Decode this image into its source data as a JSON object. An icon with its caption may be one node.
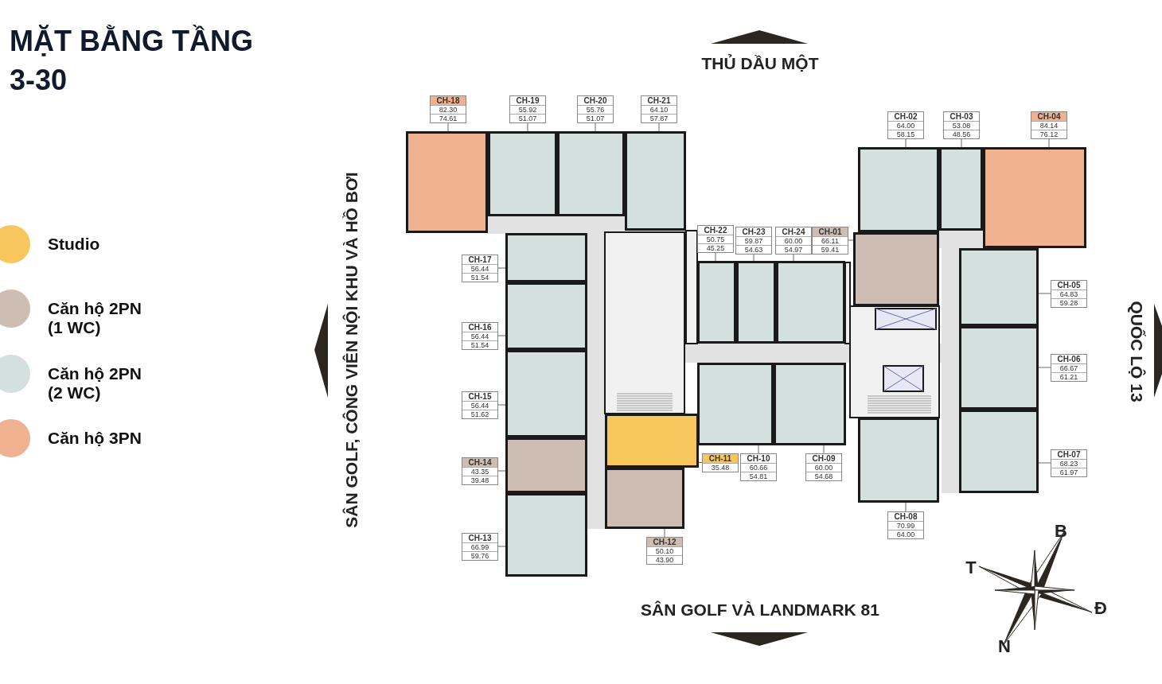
{
  "diagram": {
    "title": "MẶT BẰNG TẦNG 3-30",
    "nodes": [
      {
        "text": [
          "CH-18",
          "82.30",
          "74.61"
        ]
      },
      {
        "text": [
          "CH-19",
          "55.92",
          "51.07"
        ]
      },
      {
        "text": [
          "CH-20",
          "55.76",
          "51.07"
        ]
      },
      {
        "text": [
          "CH-21",
          "64.10",
          "57.87"
        ]
      },
      {
        "text": [
          "CH-02",
          "64.00",
          "58.15"
        ]
      },
      {
        "text": [
          "CH-03",
          "53.08",
          "48.56"
        ]
      },
      {
        "text": [
          "CH-04",
          "84.14",
          "76.12"
        ]
      },
      {
        "text": [
          "CH-22",
          "50.75",
          "45.25"
        ]
      },
      {
        "text": [
          "CH-23",
          "59.87",
          "54.63"
        ]
      },
      {
        "text": [
          "CH-24",
          "60.00",
          "54.97"
        ]
      },
      {
        "text": [
          "CH-01",
          "66.11",
          "59.41"
        ]
      },
      {
        "text": [
          "CH-17",
          "56.44",
          "51.54"
        ]
      },
      {
        "text": [
          "CH-05",
          "64.83",
          "59.28"
        ]
      },
      {
        "text": [
          "CH-16",
          "56.44",
          "51.54"
        ]
      },
      {
        "text": [
          "CH-06",
          "66.67",
          "61.21"
        ]
      },
      {
        "text": [
          "CH-15",
          "56.44",
          "51.62"
        ]
      },
      {
        "text": [
          "CH-07",
          "68.23",
          "61.97"
        ]
      },
      {
        "text": [
          "CH-11",
          "35.48"
        ]
      },
      {
        "text": [
          "CH-10",
          "60.66",
          "54.81"
        ]
      },
      {
        "text": [
          "CH-09",
          "60.00",
          "54.68"
        ]
      },
      {
        "text": [
          "CH-14",
          "43.35",
          "39.48"
        ]
      },
      {
        "text": [
          "CH-08",
          "70.99",
          "64.00"
        ]
      },
      {
        "text": [
          "CH-13",
          "66.99",
          "59.76"
        ]
      },
      {
        "text": [
          "CH-12",
          "50.10",
          "43.90"
        ]
      },
      {
        "text": [],
        "shape": "box"
      },
      {
        "text": [],
        "shape": "box"
      },
      {
        "text": [],
        "shape": "box"
      },
      {
        "text": [],
        "shape": "box"
      },
      {
        "text": [],
        "shape": "box"
      },
      {
        "text": [],
        "shape": "box"
      },
      {
        "text": [],
        "shape": "box"
      },
      {
        "text": [],
        "shape": "box"
      },
      {
        "text": [],
        "shape": "box"
      },
      {
        "text": [],
        "shape": "box"
      },
      {
        "text": [],
        "shape": "box"
      },
      {
        "text": [],
        "shape": "box"
      },
      {
        "text": [],
        "shape": "box"
      },
      {
        "text": [],
        "shape": "box"
      },
      {
        "text": [],
        "shape": "box"
      },
      {
        "text": [],
        "shape": "box"
      },
      {
        "text": [],
        "shape": "box"
      },
      {
        "text": [],
        "shape": "box"
      },
      {
        "text": [],
        "shape": "box"
      },
      {
        "text": [],
        "shape": "box"
      },
      {
        "text": [],
        "shape": "box"
      },
      {
        "text": [],
        "shape": "box"
      },
      {
        "text": [],
        "shape": "box"
      },
      {
        "text": [],
        "shape": "box"
      }
    ],
    "edges": [
      {
        "from": 0,
        "to": 24,
        "arrow": "none"
      },
      {
        "from": 1,
        "to": 25,
        "arrow": "none"
      },
      {
        "from": 2,
        "to": 26,
        "arrow": "none"
      },
      {
        "from": 3,
        "to": 27,
        "arrow": "none"
      },
      {
        "from": 4,
        "to": 28,
        "arrow": "none"
      },
      {
        "from": 5,
        "to": 29,
        "arrow": "none"
      },
      {
        "from": 6,
        "to": 30,
        "arrow": "none"
      },
      {
        "from": 7,
        "to": 31,
        "arrow": "none"
      },
      {
        "from": 8,
        "to": 32,
        "arrow": "none"
      },
      {
        "from": 9,
        "to": 33,
        "arrow": "none"
      },
      {
        "from": 10,
        "to": 34,
        "arrow": "none"
      },
      {
        "from": 11,
        "to": 35,
        "arrow": "none"
      },
      {
        "from": 12,
        "to": 36,
        "arrow": "none"
      },
      {
        "from": 13,
        "to": 37,
        "arrow": "none"
      },
      {
        "from": 14,
        "to": 38,
        "arrow": "none"
      },
      {
        "from": 15,
        "to": 39,
        "arrow": "none"
      },
      {
        "from": 16,
        "to": 40,
        "arrow": "none"
      },
      {
        "from": 17,
        "to": 41,
        "arrow": "none"
      },
      {
        "from": 18,
        "to": 42,
        "arrow": "none"
      },
      {
        "from": 19,
        "to": 43,
        "arrow": "none"
      },
      {
        "from": 20,
        "to": 44,
        "arrow": "none"
      },
      {
        "from": 21,
        "to": 45,
        "arrow": "none"
      },
      {
        "from": 22,
        "to": 46,
        "arrow": "none"
      },
      {
        "from": 23,
        "to": 47,
        "arrow": "none"
      }
    ],
    "labels": [
      "THỦ DẦU MỘT",
      "SÂN GOLF, CÔNG VIÊN NỘI KHU VÀ HỒ BƠI",
      "QUỐC LỘ 13",
      "B",
      "T",
      "Đ",
      "SÂN GOLF VÀ LANDMARK 81",
      "N"
    ],
    "legend": [
      {
        "text": "Studio",
        "color": "#f7c65c"
      },
      {
        "text": "Căn hộ 2PN (1 WC)",
        "color": "#cdbdb3"
      },
      {
        "text": "Căn hộ 2PN (2 WC)",
        "color": "#d3e0de"
      },
      {
        "text": "Căn hộ 3PN",
        "color": "#efb18f"
      }
    ]
  }
}
